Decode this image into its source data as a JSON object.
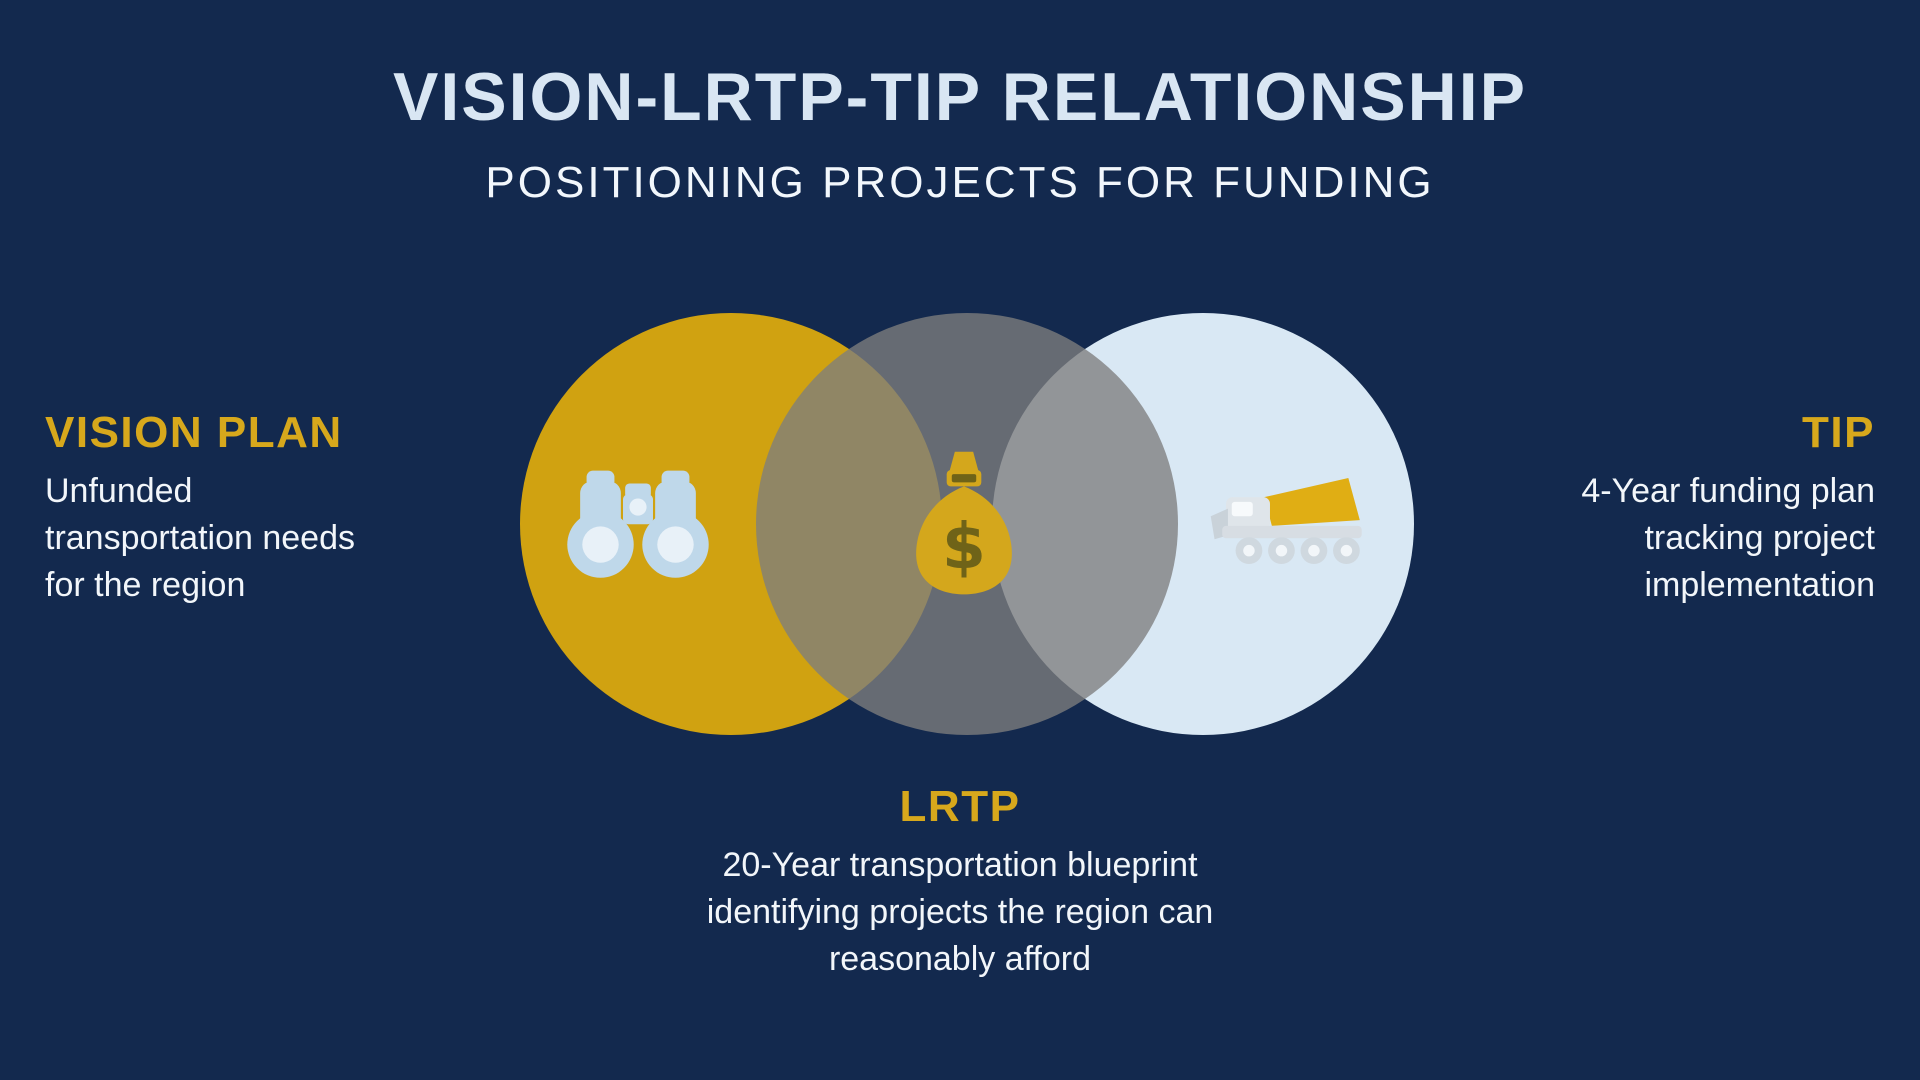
{
  "header": {
    "title": "VISION-LRTP-TIP RELATIONSHIP",
    "subtitle": "POSITIONING PROJECTS FOR FUNDING"
  },
  "sections": {
    "vision": {
      "heading": "VISION PLAN",
      "lines": [
        "Unfunded",
        "transportation needs",
        "for the region"
      ],
      "icon": "binoculars-icon"
    },
    "lrtp": {
      "heading": "LRTP",
      "lines": [
        "20-Year transportation blueprint",
        "identifying projects the region can",
        "reasonably afford"
      ],
      "icon": "money-bag-icon"
    },
    "tip": {
      "heading": "TIP",
      "lines": [
        "4-Year funding plan",
        "tracking project",
        "implementation"
      ],
      "icon": "dump-truck-icon"
    }
  },
  "colors": {
    "background": "#13294e",
    "gold_circle": "#d0a211",
    "light_blue_circle": "#d9e8f4",
    "gray_circle": "#7d7d7d",
    "heading_gold": "#d7a81c",
    "title_text": "#d9e6f3",
    "body_text": "#f2f6fa",
    "icon_light_blue": "#bfd8ea"
  }
}
